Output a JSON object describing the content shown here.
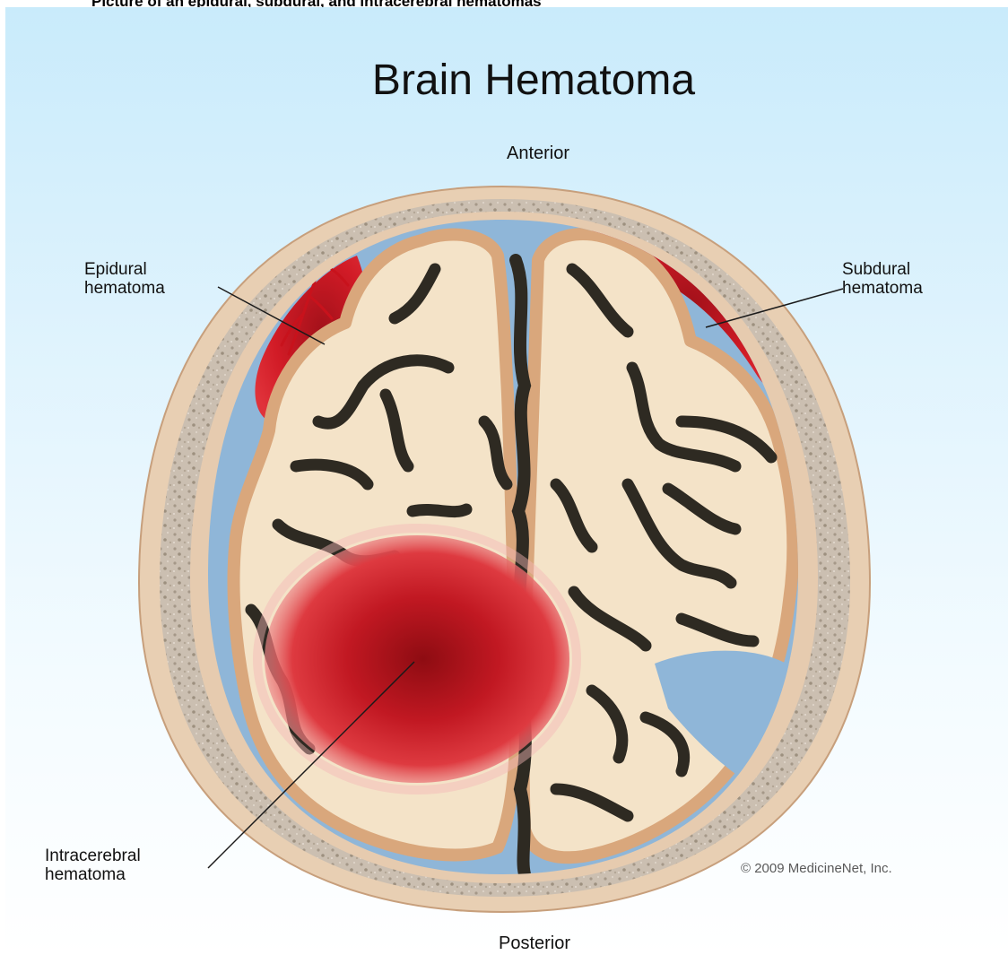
{
  "caption": "Picture of an epidural, subdural, and intracerebral hematomas",
  "title": "Brain Hematoma",
  "orientation": {
    "top": "Anterior",
    "bottom": "Posterior"
  },
  "labels": {
    "epidural": {
      "line1": "Epidural",
      "line2": "hematoma"
    },
    "subdural": {
      "line1": "Subdural",
      "line2": "hematoma"
    },
    "intracerebral": {
      "line1": "Intracerebral",
      "line2": "hematoma"
    }
  },
  "copyright": "© 2009 MedicineNet, Inc.",
  "colors": {
    "skull": "#e8cfb3",
    "bone": "#c9bcae",
    "csf": "#8fb6d8",
    "brain": "#f4e3c8",
    "gyrus_edge": "#d9a77c",
    "sulcus": "#2e2a22",
    "blood": "#d11b26",
    "blood_dark": "#8e0c12"
  }
}
